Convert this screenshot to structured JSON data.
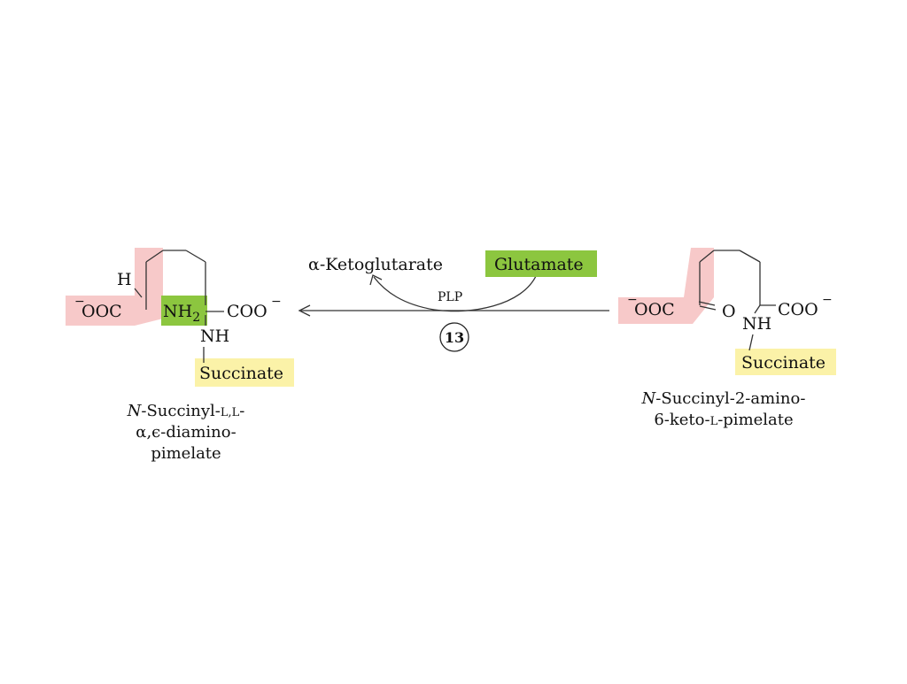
{
  "colors": {
    "carboxyl_highlight": "#f7c9c9",
    "amino_highlight": "#8cc63f",
    "succinate_highlight": "#fbf2a8",
    "glutamate_highlight": "#8cc63f"
  },
  "left_molecule": {
    "h": "H",
    "carboxylate_left": "OOC",
    "nh2_base": "NH",
    "nh2_sub": "2",
    "carboxylate_right": "COO",
    "nh": "NH",
    "succinate": "Succinate",
    "name_line1_italic": "N",
    "name_line1_rest": "-Succinyl-",
    "name_line1_sc": "L,L",
    "name_line1_end": "-",
    "name_line2": "α,ϵ-diamino-",
    "name_line3": "pimelate"
  },
  "right_molecule": {
    "carboxylate_left": "OOC",
    "oxygen": "O",
    "nh": "NH",
    "carboxylate_right": "COO",
    "succinate": "Succinate",
    "name_line1_italic": "N",
    "name_line1_rest": "-Succinyl-2-amino-",
    "name_line2_a": "6-keto-",
    "name_line2_sc": "L",
    "name_line2_b": "-pimelate"
  },
  "reaction": {
    "cosubstrate_in": "Glutamate",
    "product_out": "α-Ketoglutarate",
    "cofactor": "PLP",
    "step_number": "13"
  },
  "charge_symbol": "−"
}
